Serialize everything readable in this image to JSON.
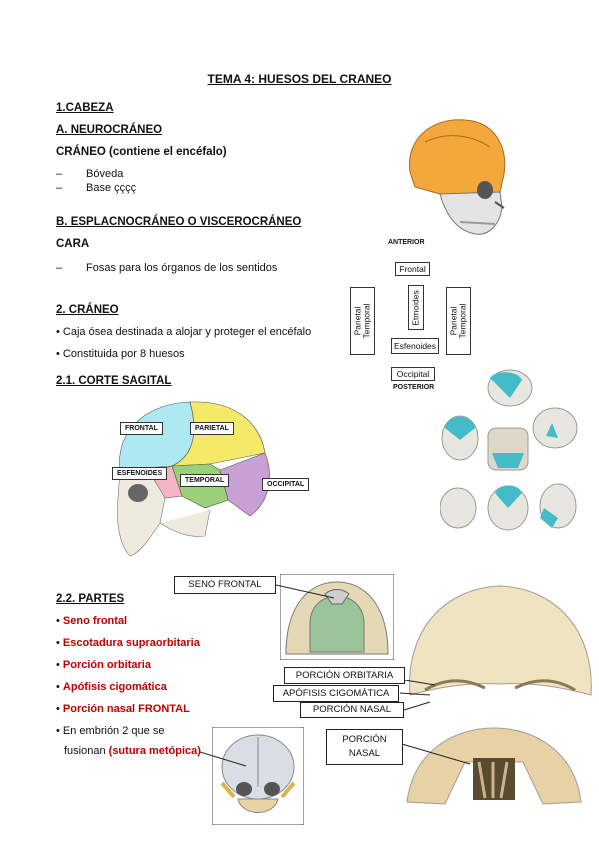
{
  "title": "TEMA 4: HUESOS DEL CRANEO",
  "s1": "1.CABEZA",
  "sA": "A. NEUROCRÁNEO",
  "craneo_head": "CRÁNEO (contiene el encéfalo)",
  "neuro_items": [
    "Bóveda",
    "Base çççç"
  ],
  "sB": "B. ESPLACNOCRÁNEO O VISCEROCRÁNEO",
  "cara": "CARA",
  "cara_items": [
    "Fosas para los órganos de los sentidos"
  ],
  "s2": "2. CRÁNEO",
  "craneo_items": [
    "Caja ósea destinada a alojar y proteger el encéfalo",
    "Constituida por 8 huesos"
  ],
  "s21": "2.1. CORTE SAGITAL",
  "s22": "2.2. PARTES",
  "partes": [
    "Seno frontal",
    "Escotadura supraorbitaria",
    "Porción orbitaria",
    "Apófisis cigomática",
    "Porción nasal FRONTAL"
  ],
  "embrion_line1": "En embrión 2 que se",
  "embrion_line2a": "fusionan ",
  "embrion_line2b": "(sutura metópica)",
  "diagram": {
    "anterior": "ANTERIOR",
    "posterior": "POSTERIOR",
    "frontal": "Frontal",
    "etmoides": "Etmoides",
    "esfenoides": "Esfenoides",
    "occipital": "Occipital",
    "parietal_left": "Parietal Temporal",
    "parietal_right": "Parietal Temporal"
  },
  "sagittal_labels": {
    "frontal": "FRONTAL",
    "parietal": "PARIETAL",
    "esfenoides": "ESFENOIDES",
    "temporal": "TEMPORAL",
    "occipital": "OCCIPITAL"
  },
  "callouts": {
    "seno_frontal": "SENO FRONTAL",
    "porcion_orbitaria": "PORCIÓN ORBITARIA",
    "apofisis": "APÓFISIS CIGOMÁTICA",
    "porcion_nasal": "PORCIÓN NASAL",
    "porcion_nasal2_a": "PORCIÓN",
    "porcion_nasal2_b": "NASAL"
  },
  "colors": {
    "red_text": "#c00000",
    "bone": "#e8d6a8",
    "orange": "#f0a030",
    "teal": "#40b8c8"
  }
}
